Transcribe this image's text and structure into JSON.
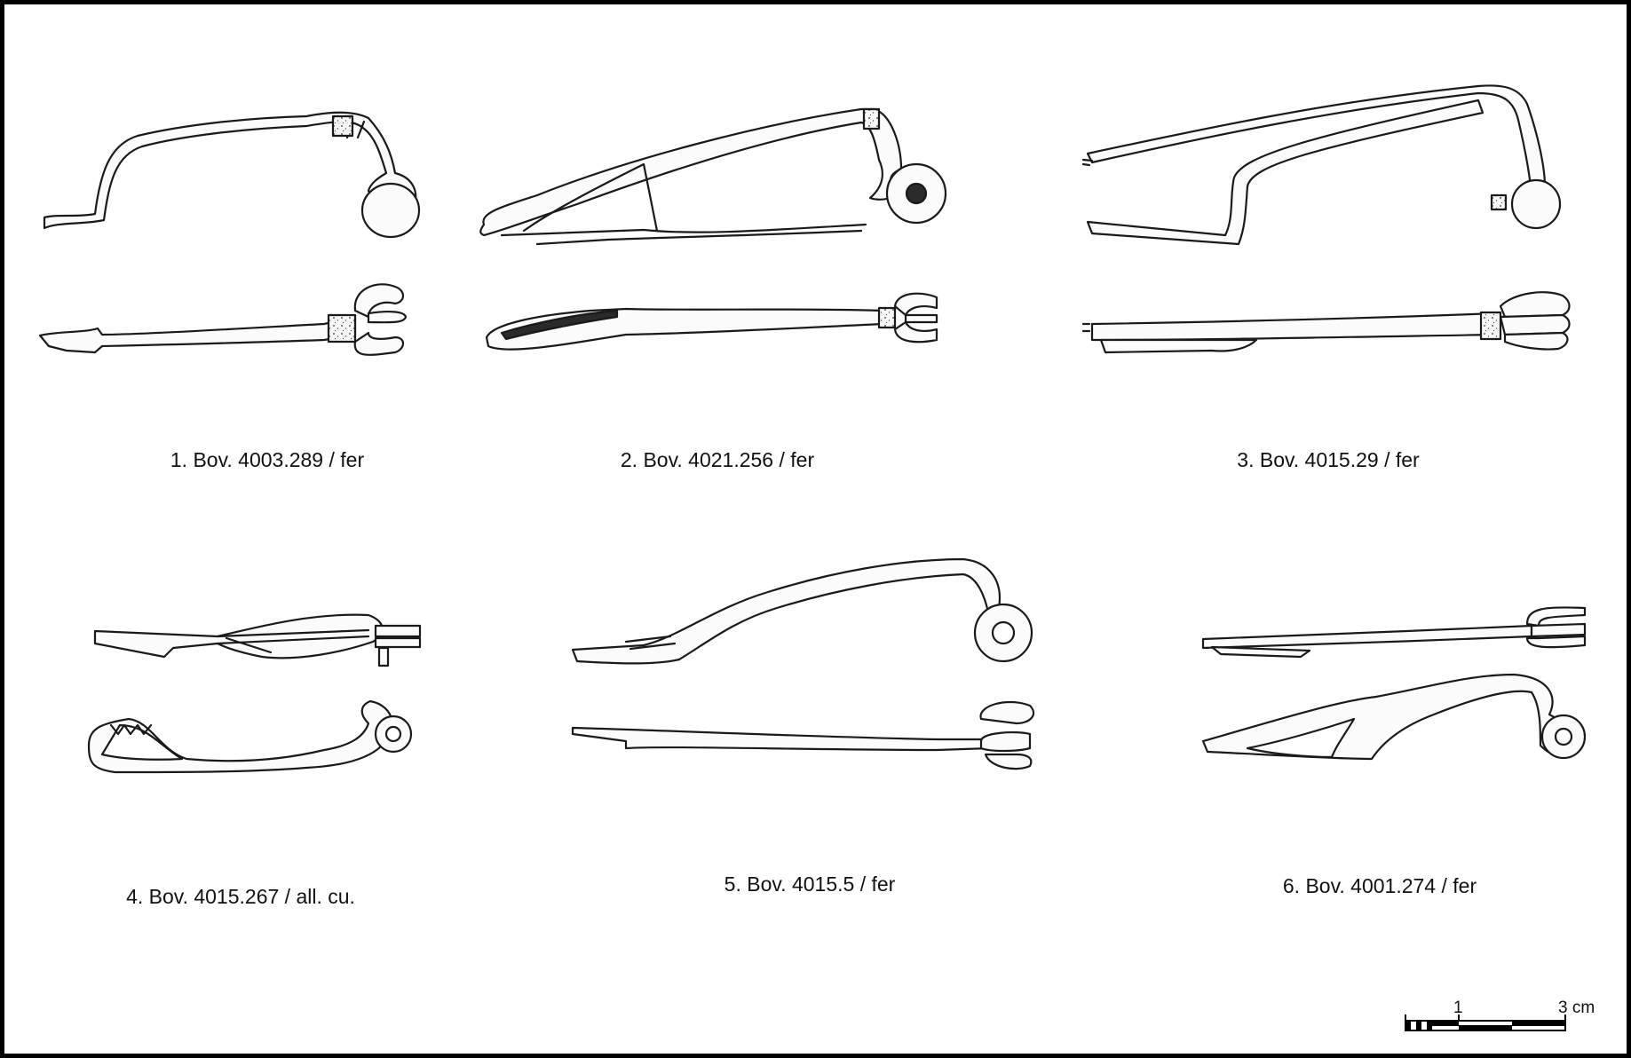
{
  "figures": [
    {
      "number": "1.",
      "label": "1. Bov. 4003.289 / fer",
      "icon": "fibula-1-icon"
    },
    {
      "number": "2.",
      "label": "2. Bov. 4021.256 / fer",
      "icon": "fibula-2-icon"
    },
    {
      "number": "3.",
      "label": "3. Bov. 4015.29 / fer",
      "icon": "fibula-3-icon"
    },
    {
      "number": "4.",
      "label": "4. Bov. 4015.267 / all. cu.",
      "icon": "fibula-4-icon"
    },
    {
      "number": "5.",
      "label": "5. Bov. 4015.5 / fer",
      "icon": "fibula-5-icon"
    },
    {
      "number": "6.",
      "label": "6. Bov. 4001.274 / fer",
      "icon": "fibula-6-icon"
    }
  ],
  "scale_bar": {
    "tick_label_1": "1",
    "tick_label_3": "3 cm",
    "icon": "scale-bar-icon"
  },
  "colors": {
    "ink": "#1a1a1a",
    "paper": "#ffffff"
  }
}
